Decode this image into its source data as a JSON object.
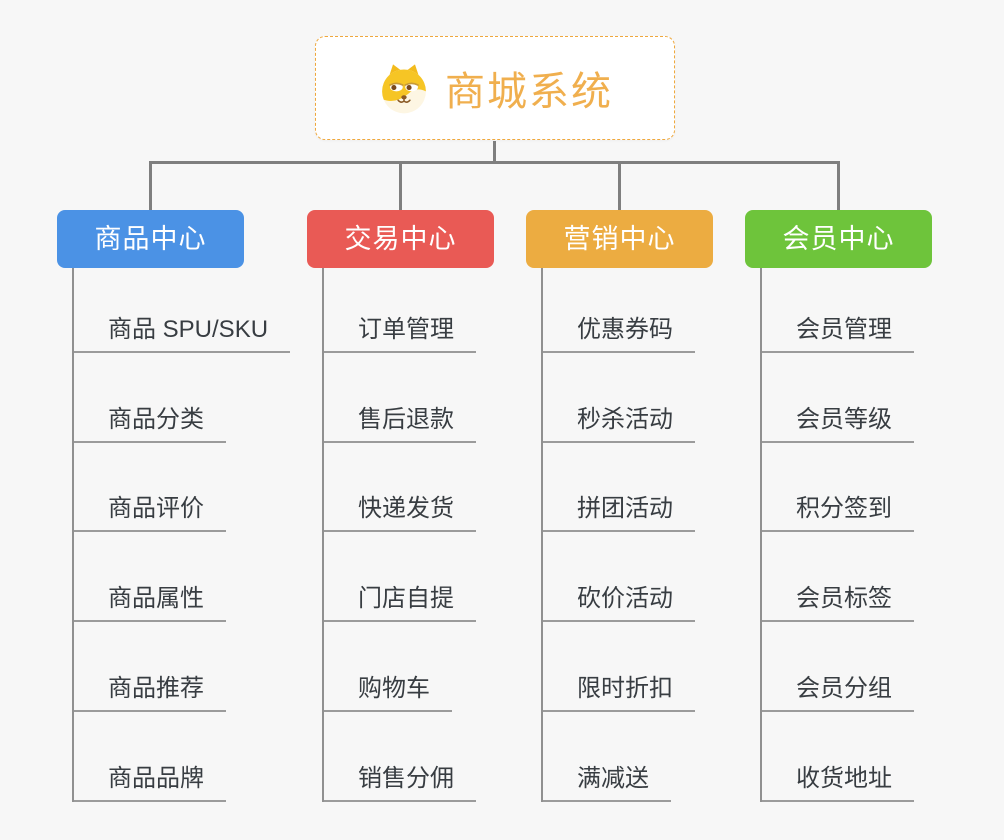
{
  "root": {
    "title": "商城系统",
    "icon": "doge-icon",
    "title_color": "#f0af4e",
    "border_color": "#efa83d"
  },
  "branches": [
    {
      "label": "商品中心",
      "color": "#4b92e5",
      "items": [
        "商品 SPU/SKU",
        "商品分类",
        "商品评价",
        "商品属性",
        "商品推荐",
        "商品品牌"
      ]
    },
    {
      "label": "交易中心",
      "color": "#e95a55",
      "items": [
        "订单管理",
        "售后退款",
        "快递发货",
        "门店自提",
        "购物车",
        "销售分佣"
      ]
    },
    {
      "label": "营销中心",
      "color": "#ecac41",
      "items": [
        "优惠券码",
        "秒杀活动",
        "拼团活动",
        "砍价活动",
        "限时折扣",
        "满减送"
      ]
    },
    {
      "label": "会员中心",
      "color": "#6ec43b",
      "items": [
        "会员管理",
        "会员等级",
        "积分签到",
        "会员标签",
        "会员分组",
        "收货地址"
      ]
    }
  ],
  "colors": {
    "background": "#f7f7f7",
    "connector": "#7f7f7f",
    "trunk": "#909090",
    "leaf_underline": "#9b9b9b",
    "leaf_text": "#383d42",
    "branch_text": "#ffffff"
  }
}
